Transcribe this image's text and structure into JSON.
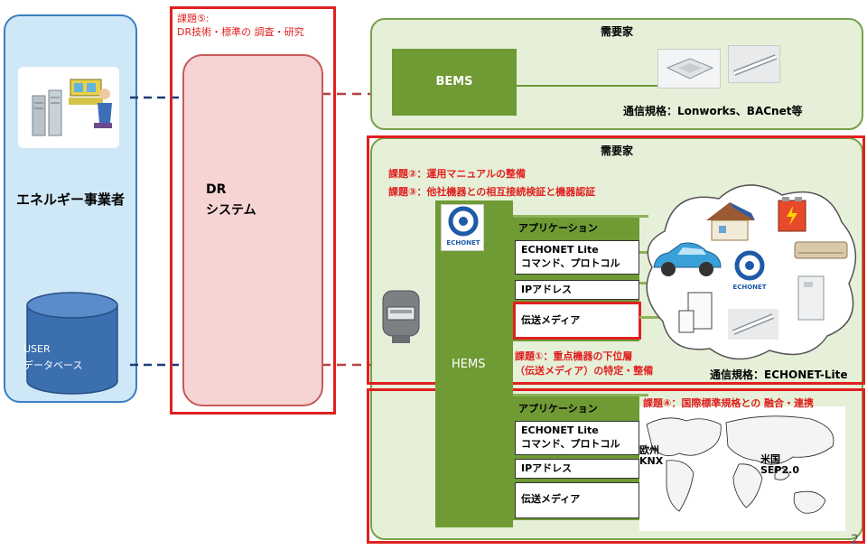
{
  "energy_provider": {
    "label": "エネルギー事業者",
    "database_label_1": "USER",
    "database_label_2": "データベース"
  },
  "dr": {
    "issue_5_line1": "課題⑤:",
    "issue_5_line2": "DR技術・標準の 調査・研究",
    "system_line1": "DR",
    "system_line2": "システム"
  },
  "bems_panel": {
    "title": "需要家",
    "bems_label": "BEMS",
    "standard": "通信規格：Lonworks、BACnet等"
  },
  "hems_panel": {
    "title": "需要家",
    "issue_2": "課題②：運用マニュアルの整備",
    "issue_3": "課題③：他社機器との相互接続検証と機器認証",
    "echonet_logo": "ECHONET",
    "hems_label": "HEMS",
    "issue_1_line1": "課題①：重点機器の下位層",
    "issue_1_line2": "（伝送メディア）の特定・整備",
    "standard": "通信規格：ECHONET-Lite",
    "cloud_logo": "ECHONET"
  },
  "stack_top": {
    "application": "アプリケーション",
    "echonet_lite": "ECHONET Lite",
    "command_protocol": "コマンド、プロトコル",
    "ip_address": "IPアドレス",
    "transport_media": "伝送メディア"
  },
  "stack_bottom": {
    "application": "アプリケーション",
    "echonet_lite": "ECHONET Lite",
    "command_protocol": "コマンド、プロトコル",
    "ip_address": "IPアドレス",
    "transport_media": "伝送メディア"
  },
  "international": {
    "issue_4": "課題④：国際標準規格との 融合・連携",
    "europe": "欧州",
    "knx": "KNX",
    "usa": "米国",
    "sep": "SEP2.0"
  },
  "page_number": "2"
}
